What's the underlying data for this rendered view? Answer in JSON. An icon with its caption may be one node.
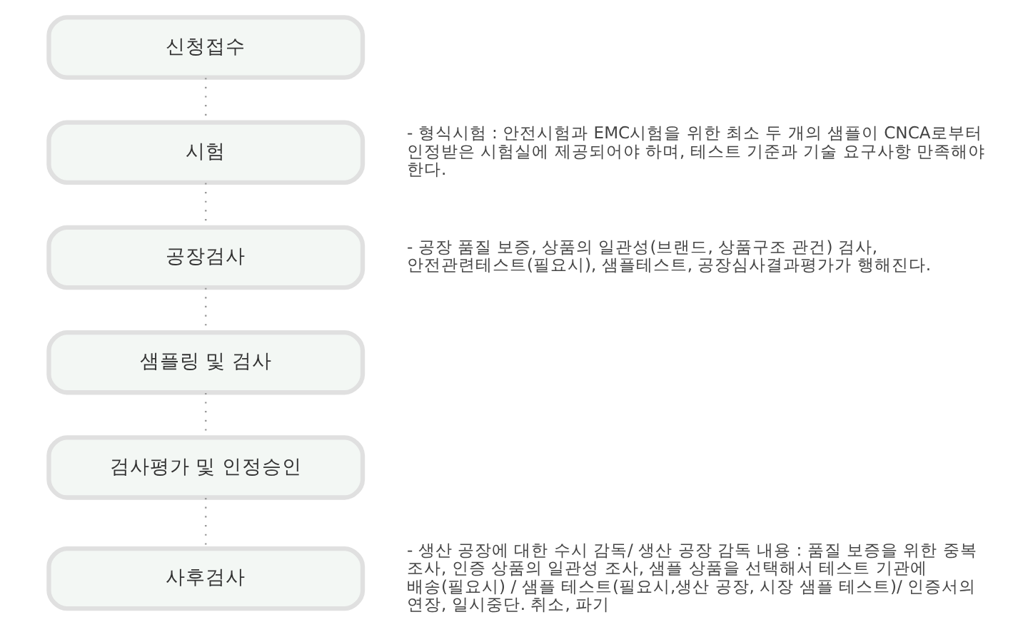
{
  "diagram": {
    "nodes": [
      {
        "text": [
          "신청접수"
        ]
      },
      {
        "text": [
          "시험"
        ],
        "beside": [
          "- 형식시험 : 안전시험과 EMC시험을 위한 최소 두 개의 샘플이 CNCA로부터 인정받은 시험실에 제공되어야 하며, 테스트 기준과 기술 요구사항 만족해야 한다."
        ]
      },
      {
        "text": [
          "공장검사"
        ],
        "beside": [
          "- 공장 품질 보증, 상품의 일관성(브랜드, 상품구조 관건) 검사, 안전관련테스트(필요시), 샘플테스트, 공장심사결과평가가 행해진다."
        ]
      },
      {
        "text": [
          "샘플링 및 검사"
        ]
      },
      {
        "text": [
          "검사평가 및 인정승인"
        ]
      },
      {
        "text": [
          "사후검사"
        ],
        "beside": [
          "- 생산 공장에 대한 수시 감독/ 생산 공장 감독 내용 : 품질 보증을 위한 중복 조사, 인증 상품의 일관성 조사, 샘플 상품을 선택해서 테스트 기관에 배송(필요시) / 샘플 테스트(필요시,생산 공장, 시장 샘플 테스트)/ 인증서의 연장, 일시중단. 취소, 파기"
        ]
      }
    ],
    "edges": [
      {
        "from": 0,
        "to": 1,
        "arrow": "none"
      },
      {
        "from": 1,
        "to": 2,
        "arrow": "none"
      },
      {
        "from": 2,
        "to": 3,
        "arrow": "none"
      },
      {
        "from": 3,
        "to": 4,
        "arrow": "none"
      },
      {
        "from": 4,
        "to": 5,
        "arrow": "none"
      }
    ]
  }
}
